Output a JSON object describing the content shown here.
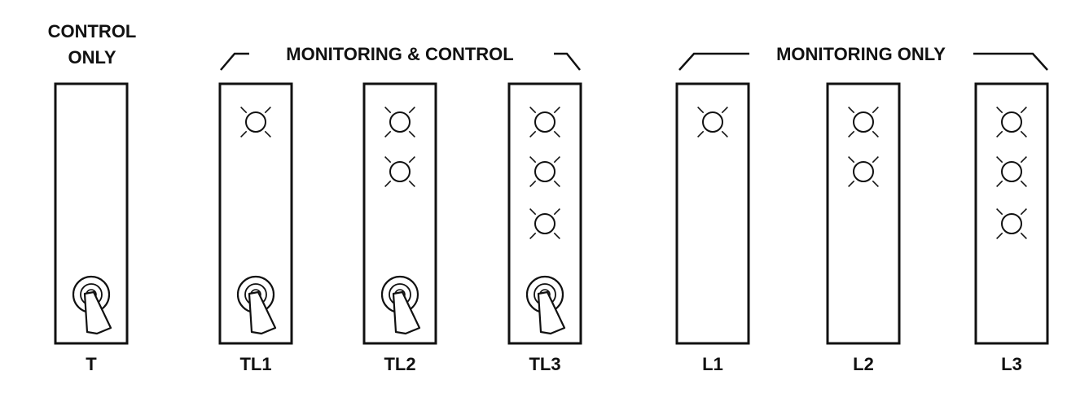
{
  "groups": {
    "control_only": {
      "line1": "CONTROL",
      "line2": "ONLY"
    },
    "monitoring_control": {
      "label": "MONITORING & CONTROL"
    },
    "monitoring_only": {
      "label": "MONITORING ONLY"
    }
  },
  "panels": [
    {
      "label": "T",
      "lights": 0,
      "toggle": true
    },
    {
      "label": "TL1",
      "lights": 1,
      "toggle": true
    },
    {
      "label": "TL2",
      "lights": 2,
      "toggle": true
    },
    {
      "label": "TL3",
      "lights": 3,
      "toggle": true
    },
    {
      "label": "L1",
      "lights": 1,
      "toggle": false
    },
    {
      "label": "L2",
      "lights": 2,
      "toggle": false
    },
    {
      "label": "L3",
      "lights": 3,
      "toggle": false
    }
  ],
  "colors": {
    "stroke": "#111111",
    "panel_fill": "#ffffff"
  }
}
